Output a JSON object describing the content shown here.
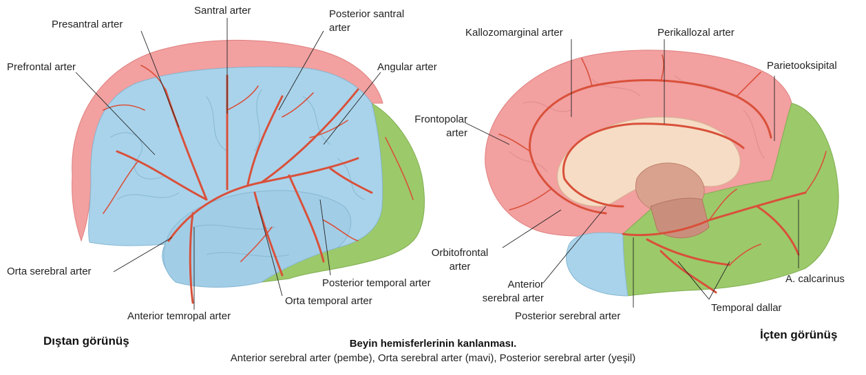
{
  "lateral_view": {
    "title": "Dıştan görünüş",
    "labels": {
      "santral": "Santral arter",
      "presantral": "Presantral arter",
      "posterior_santral_1": "Posterior santral",
      "posterior_santral_2": "arter",
      "prefrontal": "Prefrontal arter",
      "angular": "Angular arter",
      "frontopolar_1": "Frontopolar",
      "frontopolar_2": "arter",
      "orta_serebral": "Orta serebral arter",
      "posterior_temporal": "Posterior temporal arter",
      "orta_temporal": "Orta temporal arter",
      "anterior_temporal": "Anterior temropal arter"
    }
  },
  "medial_view": {
    "title": "İçten görünüş",
    "labels": {
      "kallozomarginal": "Kallozomarginal arter",
      "perikallozal": "Perikallozal arter",
      "parietooksipital": "Parietooksipital",
      "orbitofrontal_1": "Orbitofrontal",
      "orbitofrontal_2": "arter",
      "anterior_serebral_1": "Anterior",
      "anterior_serebral_2": "serebral arter",
      "posterior_serebral": "Posterior serebral arter",
      "a_calcarinus": "A. calcarinus",
      "temporal_dallar": "Temporal dallar"
    }
  },
  "caption": {
    "title": "Beyin hemisferlerinin kanlanması.",
    "subtitle": "Anterior serebral arter (pembe), Orta serebral arter (mavi), Posterior serebral arter (yeşil)"
  },
  "colors": {
    "anterior_region": "#f2a0a0",
    "middle_region": "#a9d3ea",
    "posterior_region": "#9cc96a",
    "artery": "#d9503a",
    "corpus_callosum": "#f6dcc4",
    "thalamus": "#d9a28f"
  }
}
